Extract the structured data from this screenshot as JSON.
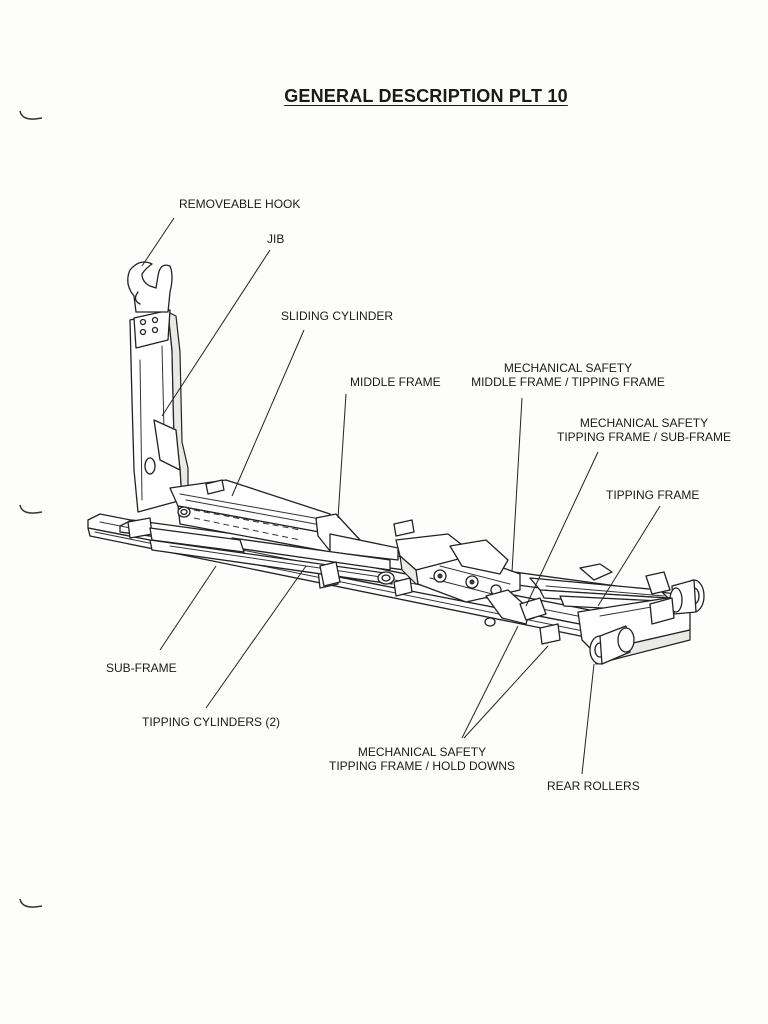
{
  "title": "GENERAL DESCRIPTION PLT 10",
  "labels": {
    "removeable_hook": "REMOVEABLE HOOK",
    "jib": "JIB",
    "sliding_cylinder": "SLIDING CYLINDER",
    "middle_frame": "MIDDLE FRAME",
    "mech_safety_middle_line1": "MECHANICAL SAFETY",
    "mech_safety_middle_line2": "MIDDLE FRAME / TIPPING FRAME",
    "mech_safety_sub_line1": "MECHANICAL SAFETY",
    "mech_safety_sub_line2": "TIPPING FRAME / SUB-FRAME",
    "tipping_frame": "TIPPING FRAME",
    "sub_frame": "SUB-FRAME",
    "tipping_cylinders": "TIPPING CYLINDERS (2)",
    "mech_safety_hold_line1": "MECHANICAL SAFETY",
    "mech_safety_hold_line2": "TIPPING FRAME / HOLD DOWNS",
    "rear_rollers": "REAR ROLLERS"
  }
}
